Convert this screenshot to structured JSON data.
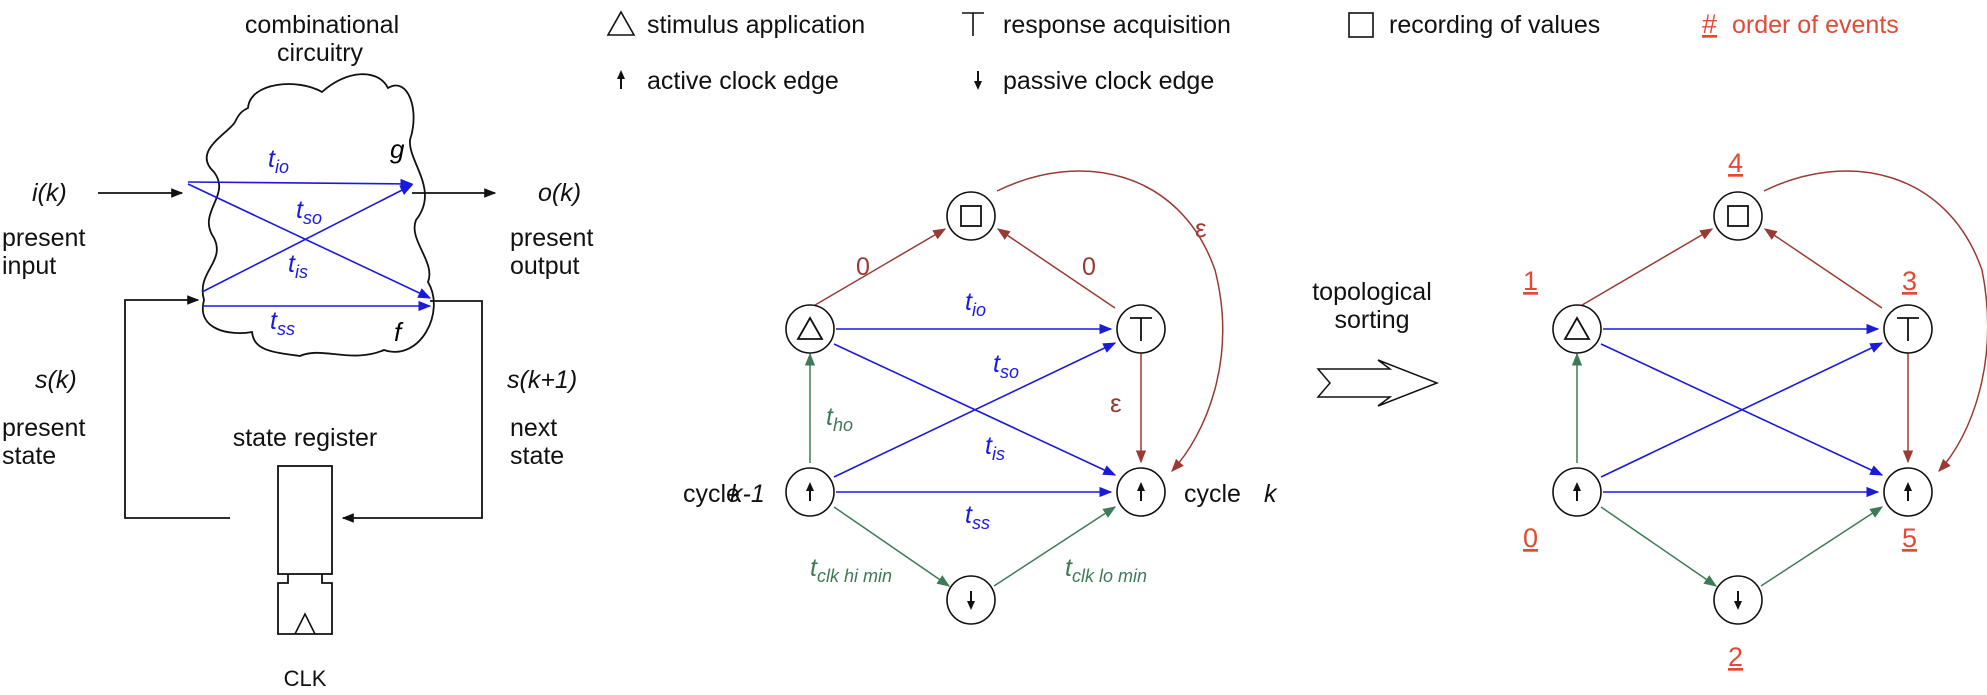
{
  "legend": {
    "stimulus": "stimulus application",
    "response": "response acquisition",
    "recording": "recording of values",
    "order_symbol": "#",
    "order": "order of events",
    "active_edge": "active clock edge",
    "passive_edge": "passive clock edge"
  },
  "circuit": {
    "combinational_line1": "combinational",
    "combinational_line2": "circuitry",
    "g": "g",
    "f": "f",
    "input": "i(k)",
    "input_desc1": "present",
    "input_desc2": "input",
    "output": "o(k)",
    "output_desc1": "present",
    "output_desc2": "output",
    "state": "s(k)",
    "state_desc1": "present",
    "state_desc2": "state",
    "next_state": "s(k+1)",
    "next_state_desc1": "next",
    "next_state_desc2": "state",
    "register": "state register",
    "clk": "CLK",
    "t_io": "io",
    "t_so": "so",
    "t_is": "is",
    "t_ss": "ss"
  },
  "timing_graph": {
    "zero_left": "0",
    "zero_right": "0",
    "epsilon_top": "ε",
    "epsilon_mid": "ε",
    "t_io": "io",
    "t_so": "so",
    "t_is": "is",
    "t_ss": "ss",
    "t_ho": "ho",
    "t_clk_hi": "clk hi min",
    "t_clk_lo": "clk lo min",
    "cycle_prev_word": "cycle",
    "cycle_prev_index": "k-1",
    "cycle_cur_word": "cycle",
    "cycle_cur_index": "k"
  },
  "sorting": {
    "line1": "topological",
    "line2": "sorting"
  },
  "sorted_graph": {
    "n0": "0",
    "n1": "1",
    "n2": "2",
    "n3": "3",
    "n4": "4",
    "n5": "5"
  },
  "colors": {
    "blue": "#1a1adf",
    "green": "#3f7a57",
    "brown": "#9a3a33",
    "orange": "#e24a33"
  }
}
